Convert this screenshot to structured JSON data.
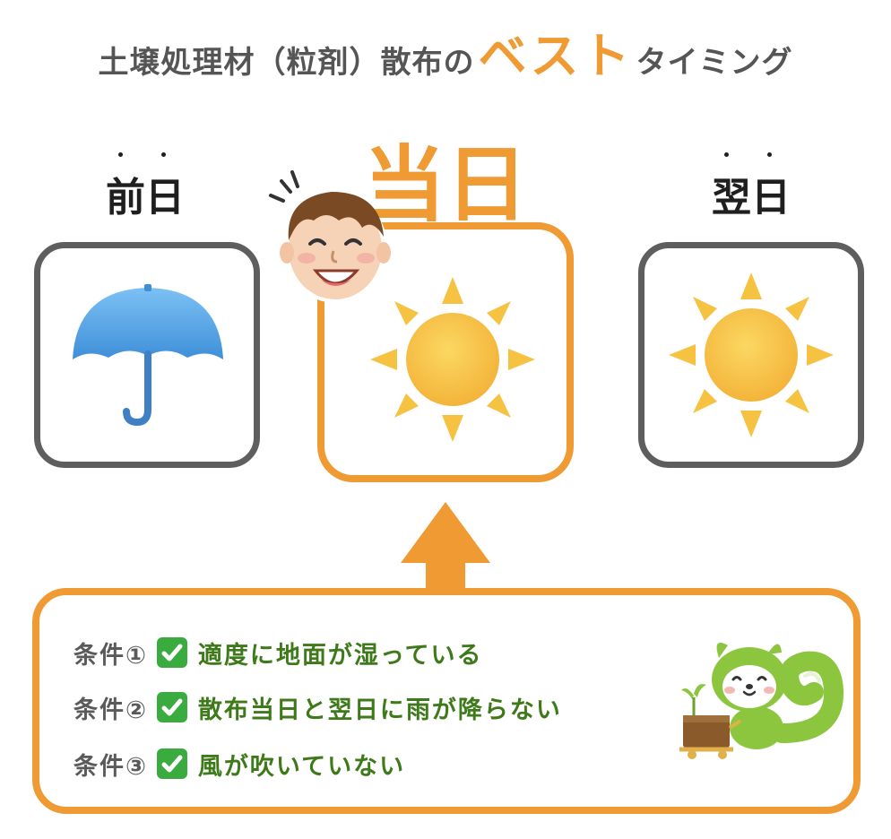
{
  "title": {
    "prefix": "土壌処理材（粒剤）散布の",
    "highlight": "ベスト",
    "suffix": "タイミング"
  },
  "days": {
    "before": "前日",
    "today": "当日",
    "after": "翌日"
  },
  "weather": {
    "before_icon": "umbrella-icon",
    "today_icon": "sun-icon",
    "after_icon": "sun-icon"
  },
  "conditions": [
    {
      "label": "条件①",
      "text": "適度に地面が湿っている"
    },
    {
      "label": "条件②",
      "text": "散布当日と翌日に雨が降らない"
    },
    {
      "label": "条件③",
      "text": "風が吹いていない"
    }
  ],
  "colors": {
    "accent": "#ef9a33",
    "gray_border": "#5e5e5e",
    "condition_text": "#3e7a19",
    "check_green": "#3aab3e",
    "umbrella_blue": "#5aa9e8",
    "sun_yellow": "#f5c242"
  }
}
